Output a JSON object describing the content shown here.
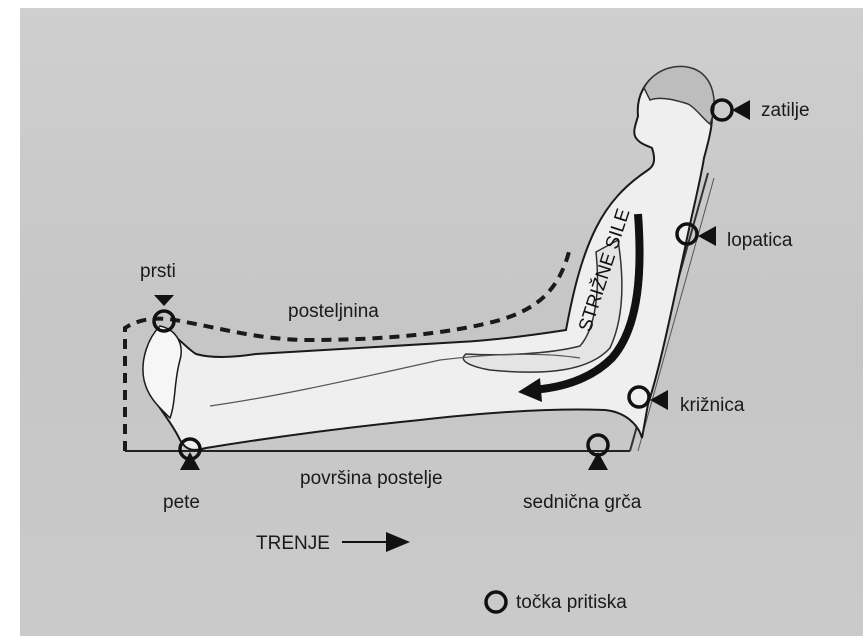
{
  "labels": {
    "zatilje": "zatilje",
    "lopatica": "lopatica",
    "kriznica": "križnica",
    "prsti": "prsti",
    "posteljnina": "posteljnina",
    "pete": "pete",
    "povrsina": "površina postelje",
    "sednicna": "sednična grča",
    "trenje": "TRENJE",
    "strizne": "STRIŽNE SILE"
  },
  "legend": {
    "label": "točka pritiska"
  },
  "colors": {
    "background": "#c9c9c9",
    "ink": "#1a1a1a",
    "body": "#f2f2f2"
  }
}
